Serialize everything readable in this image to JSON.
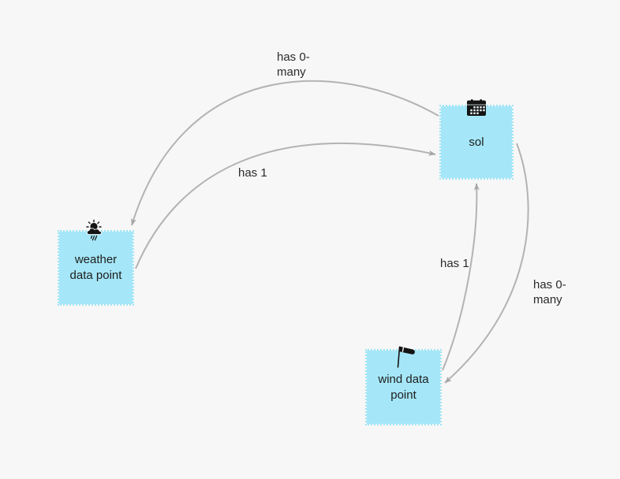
{
  "canvas": {
    "background_color": "#f7f7f7",
    "node_fill_color": "#a5e7f8",
    "node_border_color": "#9de5f6",
    "arrow_color": "#b0b0b0",
    "text_color": "#1d1d1d"
  },
  "nodes": [
    {
      "id": "weather-data-point",
      "label": "weather data point",
      "icon": "sun-rain-cloud-icon"
    },
    {
      "id": "sol",
      "label": "sol",
      "icon": "calendar-icon"
    },
    {
      "id": "wind-data-point",
      "label": "wind data point",
      "icon": "windsock-icon"
    }
  ],
  "edges": [
    {
      "from": "sol",
      "to": "weather-data-point",
      "label": "has 0-many"
    },
    {
      "from": "weather-data-point",
      "to": "sol",
      "label": "has 1"
    },
    {
      "from": "wind-data-point",
      "to": "sol",
      "label": "has 1"
    },
    {
      "from": "sol",
      "to": "wind-data-point",
      "label": "has 0-many"
    }
  ]
}
